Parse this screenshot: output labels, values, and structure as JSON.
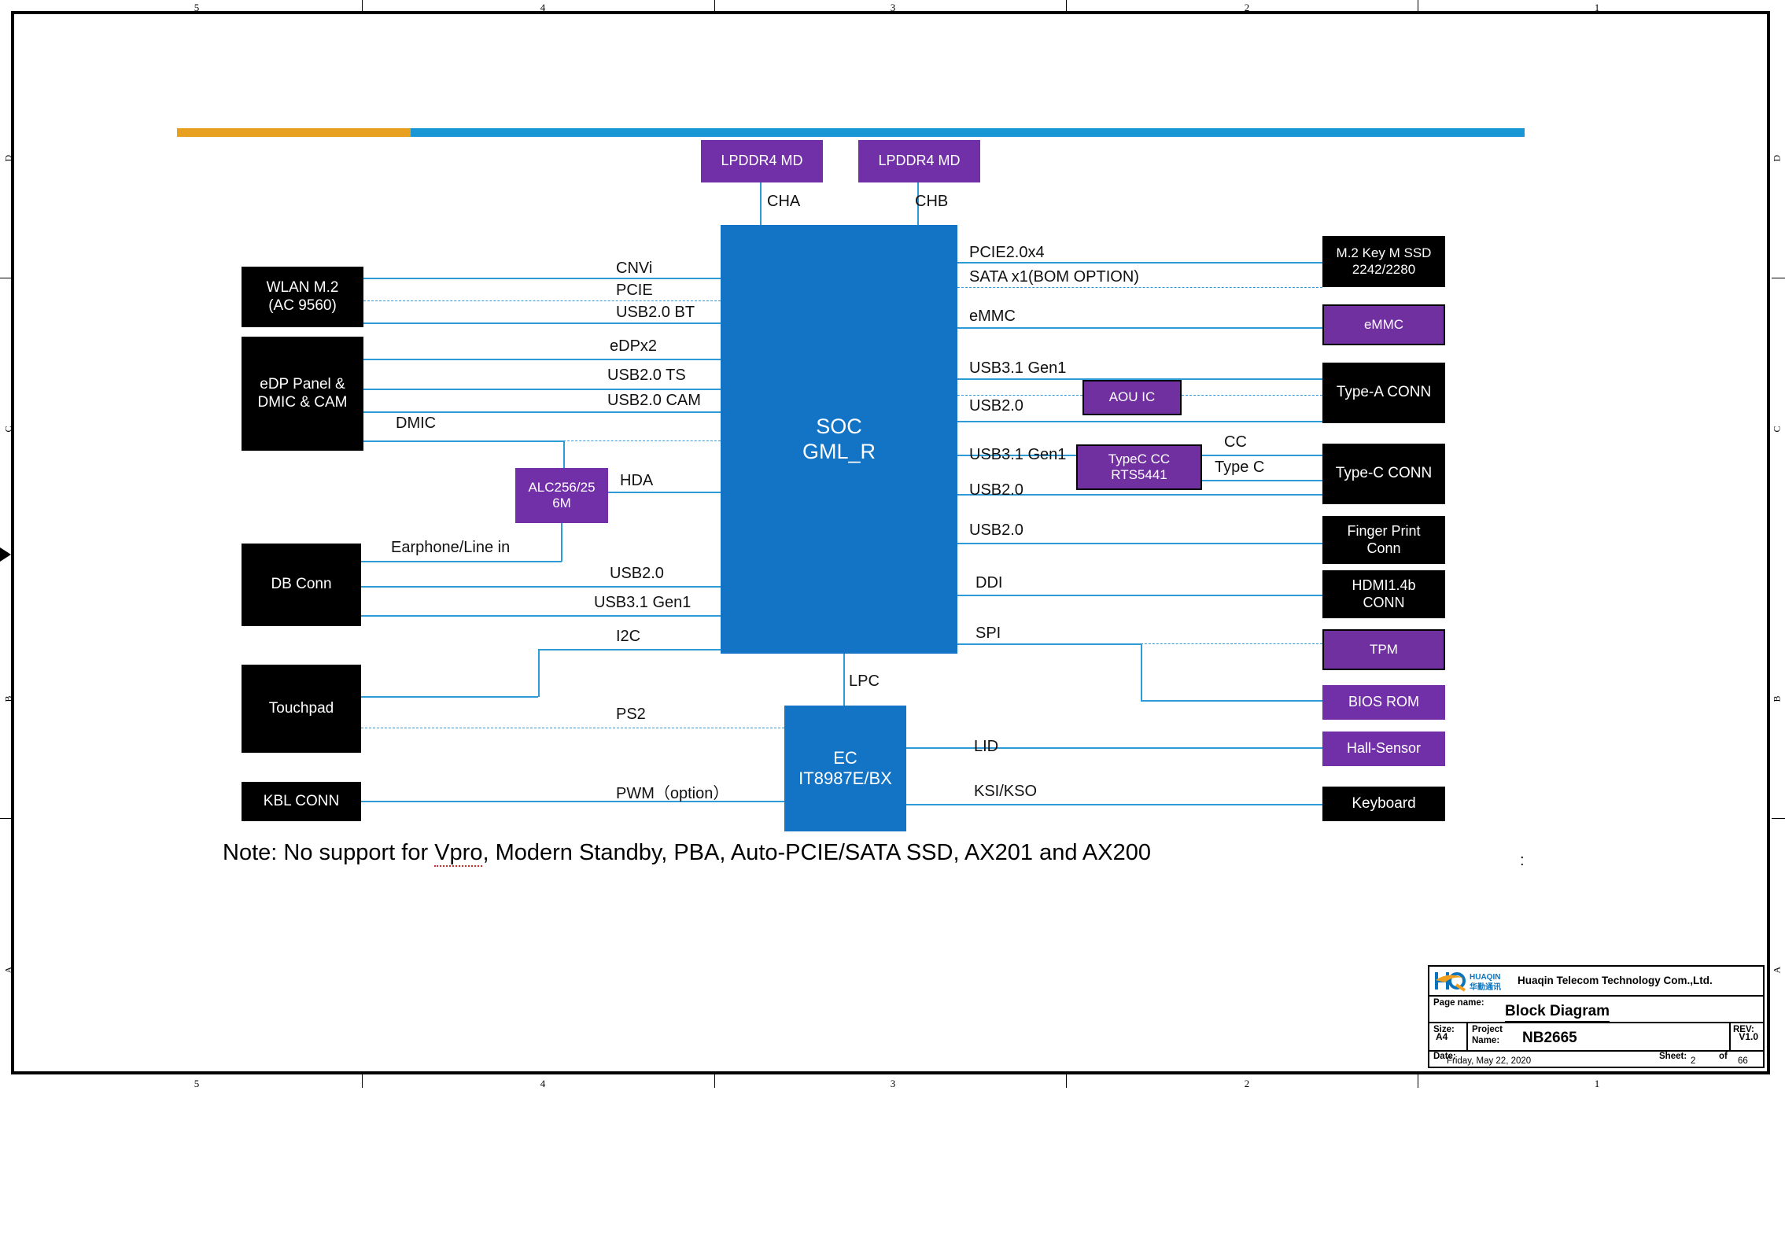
{
  "frame": {
    "column_numbers_top": [
      "5",
      "4",
      "3",
      "2",
      "1"
    ],
    "column_numbers_bottom": [
      "5",
      "4",
      "3",
      "2",
      "1"
    ],
    "row_letters": [
      "D",
      "C",
      "B",
      "A"
    ]
  },
  "diagram": {
    "soc": {
      "line1": "SOC",
      "line2": "GML_R"
    },
    "ec": {
      "line1": "EC",
      "line2": "IT8987E/BX"
    },
    "memory": [
      {
        "label": "LPDDR4 MD",
        "channel": "CHA"
      },
      {
        "label": "LPDDR4 MD",
        "channel": "CHB"
      }
    ],
    "left_blocks": [
      {
        "name": "wlan",
        "line1": "WLAN M.2",
        "line2": "(AC 9560)"
      },
      {
        "name": "edp-panel",
        "line1": "eDP Panel &",
        "line2": "DMIC & CAM"
      },
      {
        "name": "db-conn",
        "line1": "DB Conn",
        "line2": ""
      },
      {
        "name": "touchpad",
        "line1": "Touchpad",
        "line2": ""
      },
      {
        "name": "kbl-conn",
        "line1": "KBL CONN",
        "line2": ""
      }
    ],
    "right_blocks": [
      {
        "name": "m2-ssd",
        "line1": "M.2 Key M SSD",
        "line2": "2242/2280",
        "style": "black"
      },
      {
        "name": "emmc",
        "line1": "eMMC",
        "line2": "",
        "style": "purple"
      },
      {
        "name": "type-a-conn",
        "line1": "Type-A CONN",
        "line2": "",
        "style": "black"
      },
      {
        "name": "type-c-conn",
        "line1": "Type-C CONN",
        "line2": "",
        "style": "black"
      },
      {
        "name": "finger-print-conn",
        "line1": "Finger Print",
        "line2": "Conn",
        "style": "black"
      },
      {
        "name": "hdmi-conn",
        "line1": "HDMI1.4b",
        "line2": "CONN",
        "style": "black"
      },
      {
        "name": "tpm",
        "line1": "TPM",
        "line2": "",
        "style": "purple"
      },
      {
        "name": "bios-rom",
        "line1": "BIOS ROM",
        "line2": "",
        "style": "purple"
      },
      {
        "name": "hall-sensor",
        "line1": "Hall-Sensor",
        "line2": "",
        "style": "purple"
      },
      {
        "name": "keyboard",
        "line1": "Keyboard",
        "line2": "",
        "style": "black"
      }
    ],
    "inline_ics": [
      {
        "name": "audio-codec",
        "line1": "ALC256/25",
        "line2": "6M"
      },
      {
        "name": "aou-ic",
        "line1": "AOU IC",
        "line2": ""
      },
      {
        "name": "typec-cc-ic",
        "line1": "TypeC CC",
        "line2": "RTS5441"
      }
    ],
    "signal_labels_left": [
      "CNVi",
      "PCIE",
      "USB2.0 BT",
      "eDPx2",
      "USB2.0 TS",
      "USB2.0 CAM",
      "DMIC",
      "HDA",
      "Earphone/Line in",
      "USB2.0",
      "USB3.1 Gen1",
      "I2C",
      "PS2",
      "PWM（option）"
    ],
    "signal_labels_right": [
      "PCIE2.0x4",
      "SATA x1(BOM OPTION)",
      "eMMC",
      "USB3.1 Gen1",
      "USB2.0",
      "USB3.1 Gen1",
      "CC",
      "Type C",
      "USB2.0",
      "USB2.0",
      "DDI",
      "SPI",
      "LID",
      "KSI/KSO"
    ],
    "signal_labels_other": [
      "CHA",
      "CHB",
      "LPC"
    ],
    "note": {
      "prefix": "Note: No support  for ",
      "spellcheck_word": "Vpro",
      "suffix": ", Modern Standby, PBA, Auto-PCIE/SATA SSD, AX201 and AX200"
    },
    "colon_mark": ":"
  },
  "title_block": {
    "logo_text_en": "HUAQIN",
    "logo_text_cn": "华勤通讯",
    "company": "Huaqin Telecom Technology Com.,Ltd.",
    "page_name_label": "Page name:",
    "page_name_value": "Block Diagram",
    "size_label": "Size:",
    "size_value": "A4",
    "project_label1": "Project",
    "project_label2": "Name:",
    "project_value": "NB2665",
    "rev_label": "REV:",
    "rev_value": "V1.0",
    "date_label": "Date:",
    "date_value": "Friday, May 22, 2020",
    "sheet_label": "Sheet:",
    "sheet_of_label": "of",
    "sheet_number": "2",
    "sheet_total": "66"
  },
  "colors": {
    "soc_blue": "#1374C6",
    "line_blue": "#2E9BD6",
    "purple": "#7230A8",
    "black": "#000000",
    "bar_orange": "#E8A020",
    "bar_blue": "#1896D6"
  }
}
